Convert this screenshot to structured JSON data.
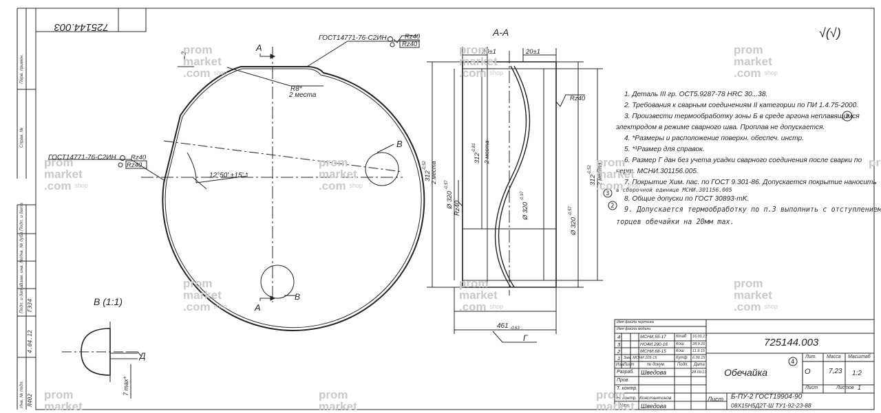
{
  "drawing": {
    "mirrored_number": "725144.003",
    "roughness_symbol": "√(√)",
    "section_label": "А-А",
    "detail_label": "В (1:1)",
    "cut_marker": "А",
    "detail_marker": "В",
    "weld_spec_top": "ГОСТ14771-76-С2ИН",
    "weld_spec_left": "ГОСТ14771-76-С2ИН",
    "rz_label": "Rz40",
    "radius_label": "R8*",
    "places_label": "2 места",
    "angle_label": "12°50' ±15' *",
    "gap_label": "2",
    "dim_20_left": "20±1",
    "dim_20_right": "20±1",
    "dim_312_a": "312",
    "dim_312_a_tol": "-0,52",
    "dim_312_b": "312",
    "dim_312_b_tol": "-0,81",
    "dim_312_c": "312",
    "dim_312_c_tol": "-0,52",
    "dim_dia_a": "Ø 320",
    "dim_dia_a_tol": "-0,57",
    "dim_dia_b": "Ø 320",
    "dim_dia_b_tol": "-0,97",
    "dim_dia_c": "Ø 320",
    "dim_dia_c_tol": "-0,57",
    "dim_461": "461",
    "dim_461_tol": "-0,63",
    "dim_g": "Г",
    "detail_d": "Д",
    "detail_7max": "7 max*",
    "circle_note_2": "2",
    "circle_note_3": "3",
    "circle_note_4": "4"
  },
  "side_strip": [
    "Перв. примен.",
    "Справ. №",
    "Подп. и дата",
    "Инв. № дубл.",
    "Взам. инв. №",
    "Подп. и дата",
    "Инв. № подл."
  ],
  "side_hand": [
    "Л402",
    "4.04.12",
    "ГЭЗ4"
  ],
  "notes": {
    "n1": "1. Деталь III гр. ОСТ5.9287-78 HRC 30...38.",
    "n2": "2. Требования к сварным соединениям II категории по ПИ 1.4.75-2000.",
    "n3a": "3. Произвести термообработку зоны Б в среде аргона неплавящимся",
    "n3b": "электродом в режиме сварного шва. Проплав не допускается.",
    "n4": "4. *Размеры и расположение поверхн. обеспеч. инстр.",
    "n5": "5. *¹Размер для справок.",
    "n6a": "6. Размер Г дан без учета усадки сварного соединения после сварки по",
    "n6b": "черт. МСНИ.301156.005.",
    "n7a": "7. Покрытие Хим. пас. по ГОСТ 9.301-86. Допускается покрытие наносить",
    "n7b": "в сборочной единице МСНИ.301156.005",
    "n8": "8. Общие допуски по ГОСТ 30893-mK.",
    "n9a": "9. Допускается термообработку по п.3 выполнить с отступлением от",
    "n9b": "торцев обечайки на 20мм max."
  },
  "title_block": {
    "doc_number": "725144.003",
    "name": "Обечайка",
    "material_line1": "Б-ПУ-2 ГОСТ19904-90",
    "material_line2": "08Х15Н5Д2Т-Ш ТУ1-92-23-88",
    "lit_header": "Лит.",
    "mass_header": "Масса",
    "scale_header": "Масштаб",
    "lit_value": "О",
    "mass_value": "7,23",
    "scale_value": "1:2",
    "sheet_label": "Лист",
    "sheets_label": "Листов",
    "sheets_value": "1",
    "list_label": "Лист",
    "file_drawing": "Имя файла чертежа",
    "file_model": "Имя файла модели",
    "rows": [
      {
        "num": "4",
        "doc": "МСНИ.55-17",
        "sign": "Ктаб",
        "date": "16.01.17"
      },
      {
        "num": "3",
        "doc": "НО4И.290-16",
        "sign": "Кош",
        "date": "28.9.16"
      },
      {
        "num": "2",
        "doc": "МСНИ.68-15",
        "sign": "Кош",
        "date": "11.9.15"
      },
      {
        "num": "1",
        "doc": "Зам. МСНИ.105-15",
        "sign": "Кутф",
        "date": "6.09.15"
      }
    ],
    "col_headers": [
      "Изм.",
      "Лист",
      "№ докум.",
      "Подп.",
      "Дата"
    ],
    "roles": [
      "Разраб.",
      "Пров.",
      "Т. контр.",
      "",
      "Н. контр.",
      "Утв."
    ],
    "people": [
      "Шведова",
      "",
      "",
      "",
      "Константинов",
      "Шведова"
    ],
    "razrab_date": "28.09.13"
  },
  "watermark": {
    "line1": "prom",
    "line2": "market",
    "line3": ".com",
    "shop": "shop"
  }
}
